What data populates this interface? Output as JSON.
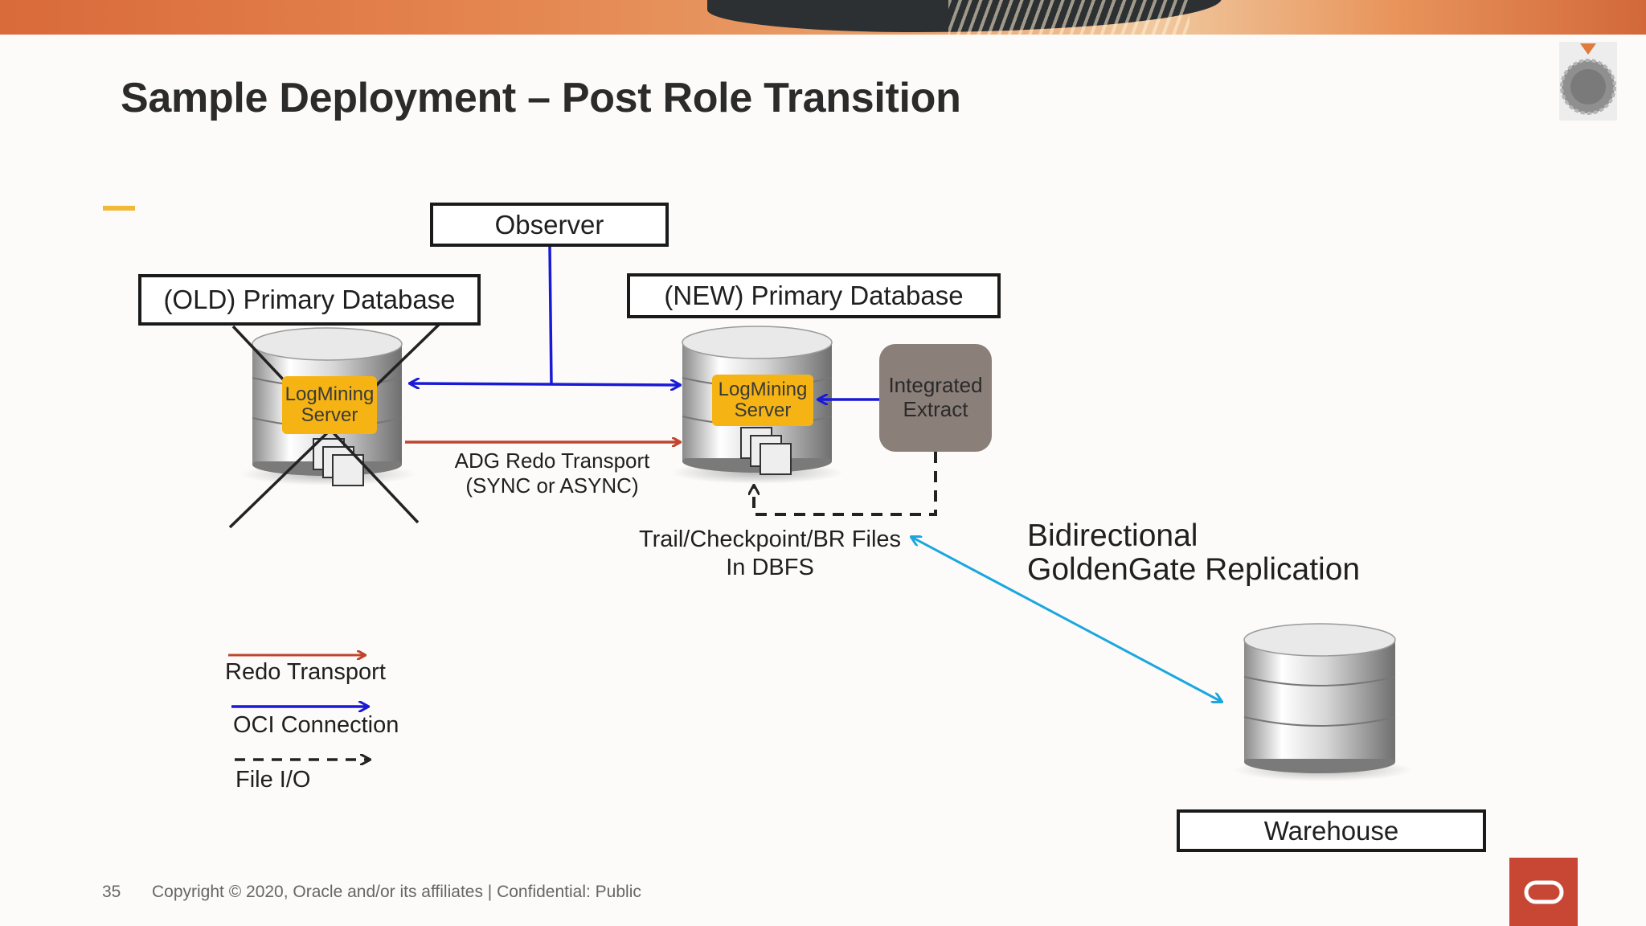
{
  "slide": {
    "title": "Sample Deployment – Post Role Transition",
    "page_number": "35",
    "copyright": "Copyright © 2020, Oracle and/or its affiliates  |  Confidential: Public"
  },
  "diagram": {
    "observer": "Observer",
    "old_primary": "(OLD) Primary Database",
    "new_primary": "(NEW) Primary Database",
    "logmining_line1": "LogMining",
    "logmining_line2": "Server",
    "integrated_extract_line1": "Integrated",
    "integrated_extract_line2": "Extract",
    "adg_line1": "ADG Redo Transport",
    "adg_line2": "(SYNC or ASYNC)",
    "trail_line1": "Trail/Checkpoint/BR Files",
    "trail_line2": "In DBFS",
    "bidir_line1": "Bidirectional",
    "bidir_line2": "GoldenGate Replication",
    "warehouse": "Warehouse"
  },
  "legend": {
    "redo": "Redo Transport",
    "oci": "OCI Connection",
    "file_io": "File I/O"
  },
  "colors": {
    "redo": "#c0452f",
    "oci": "#1a1ad6",
    "replication": "#1aa7e0",
    "file_io": "#222222",
    "oracle_red": "#c74634",
    "logmining": "#f5b413"
  }
}
